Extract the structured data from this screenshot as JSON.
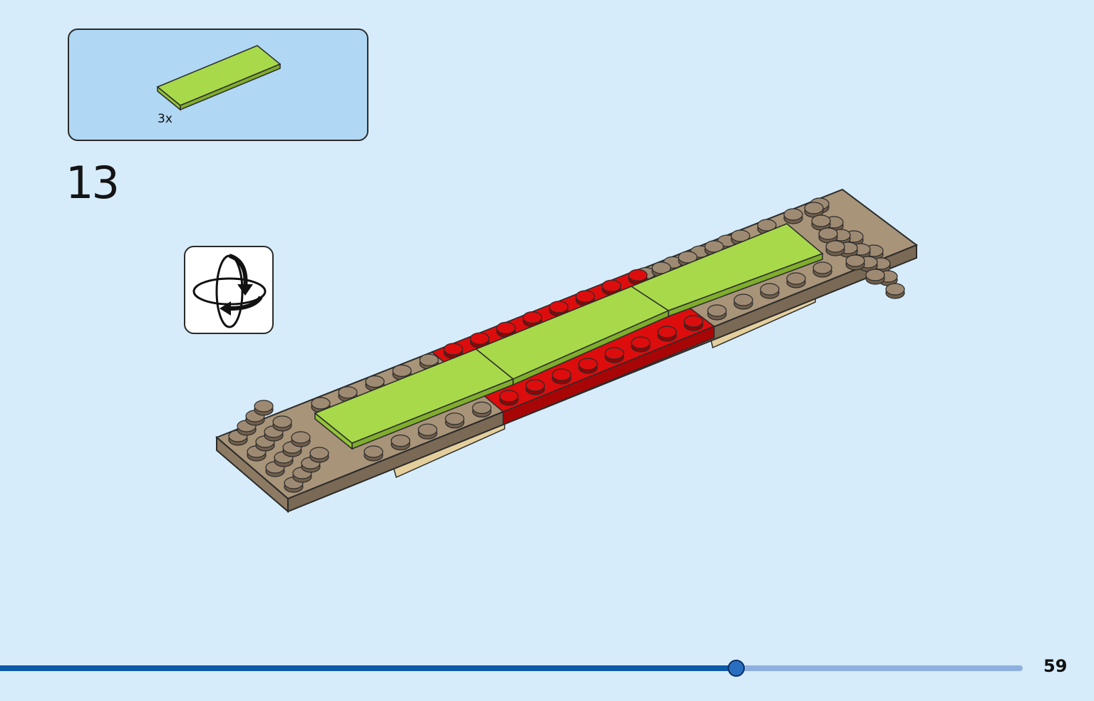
{
  "parts_callout": {
    "quantity_label": "3x",
    "part": "lime-green-tile-2x6"
  },
  "step": {
    "number": "13"
  },
  "rotate": {
    "icon": "rotate-model-icon"
  },
  "progress": {
    "fraction": 0.72
  },
  "page": {
    "number": "59"
  },
  "colors": {
    "background": "#d6ecfb",
    "callout_fill": "#b0d7f3",
    "lime": "#a8d94a",
    "tan": "#9e8a72",
    "red": "#dd0d0d",
    "light_tan": "#e4cf9c",
    "progress_fill": "#0b5aa8",
    "progress_track": "#8fb0df"
  }
}
